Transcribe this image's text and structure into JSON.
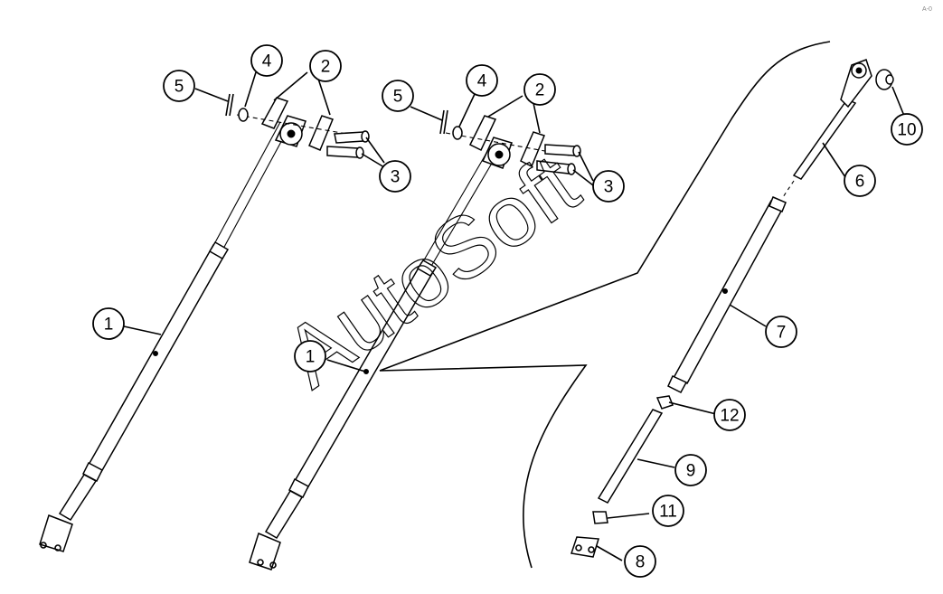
{
  "callouts": [
    "1",
    "2",
    "3",
    "4",
    "5",
    "1",
    "2",
    "3",
    "4",
    "5",
    "6",
    "7",
    "8",
    "9",
    "10",
    "11",
    "12"
  ],
  "watermark": "AutoSoft",
  "corner_mark": "A-0"
}
